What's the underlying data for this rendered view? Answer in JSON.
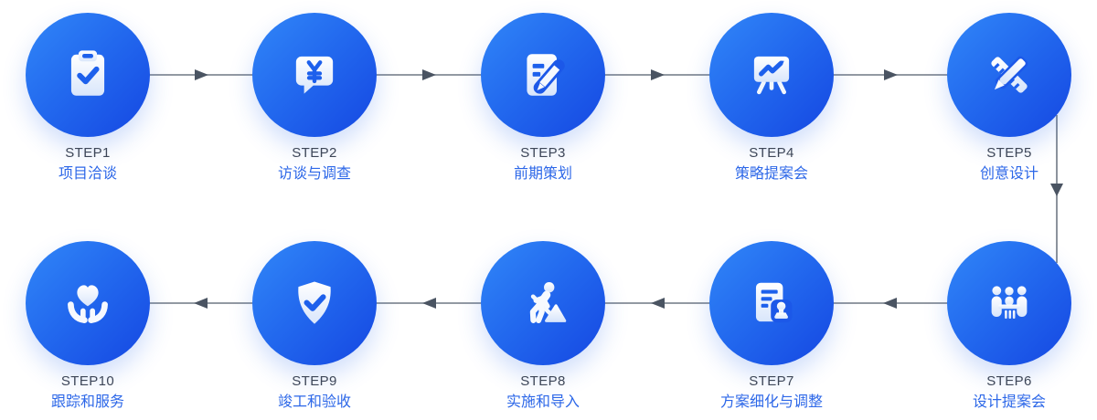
{
  "diagram": {
    "type": "process-flow",
    "rows": 2,
    "flow": "row1 left-to-right, down, row2 right-to-left"
  },
  "colors": {
    "circle_grad_start": "#3187f8",
    "circle_grad_mid": "#2268ee",
    "circle_grad_end": "#1547e2",
    "step_label": "#3d4657",
    "title": "#2c67e8",
    "connector": "#6f7884",
    "arrowhead": "#4a5462",
    "icon_accent": "#1d60ec"
  },
  "steps": [
    {
      "step_label": "STEP1",
      "title": "项目洽谈",
      "icon": "clipboard-check-icon"
    },
    {
      "step_label": "STEP2",
      "title": "访谈与调查",
      "icon": "chat-yuan-icon"
    },
    {
      "step_label": "STEP3",
      "title": "前期策划",
      "icon": "document-edit-icon"
    },
    {
      "step_label": "STEP4",
      "title": "策略提案会",
      "icon": "presentation-chart-icon"
    },
    {
      "step_label": "STEP5",
      "title": "创意设计",
      "icon": "pencil-ruler-icon"
    },
    {
      "step_label": "STEP6",
      "title": "设计提案会",
      "icon": "meeting-people-icon"
    },
    {
      "step_label": "STEP7",
      "title": "方案细化与调整",
      "icon": "document-stamp-icon"
    },
    {
      "step_label": "STEP8",
      "title": "实施和导入",
      "icon": "construction-worker-icon"
    },
    {
      "step_label": "STEP9",
      "title": "竣工和验收",
      "icon": "shield-check-icon"
    },
    {
      "step_label": "STEP10",
      "title": "跟踪和服务",
      "icon": "hands-heart-icon"
    }
  ]
}
